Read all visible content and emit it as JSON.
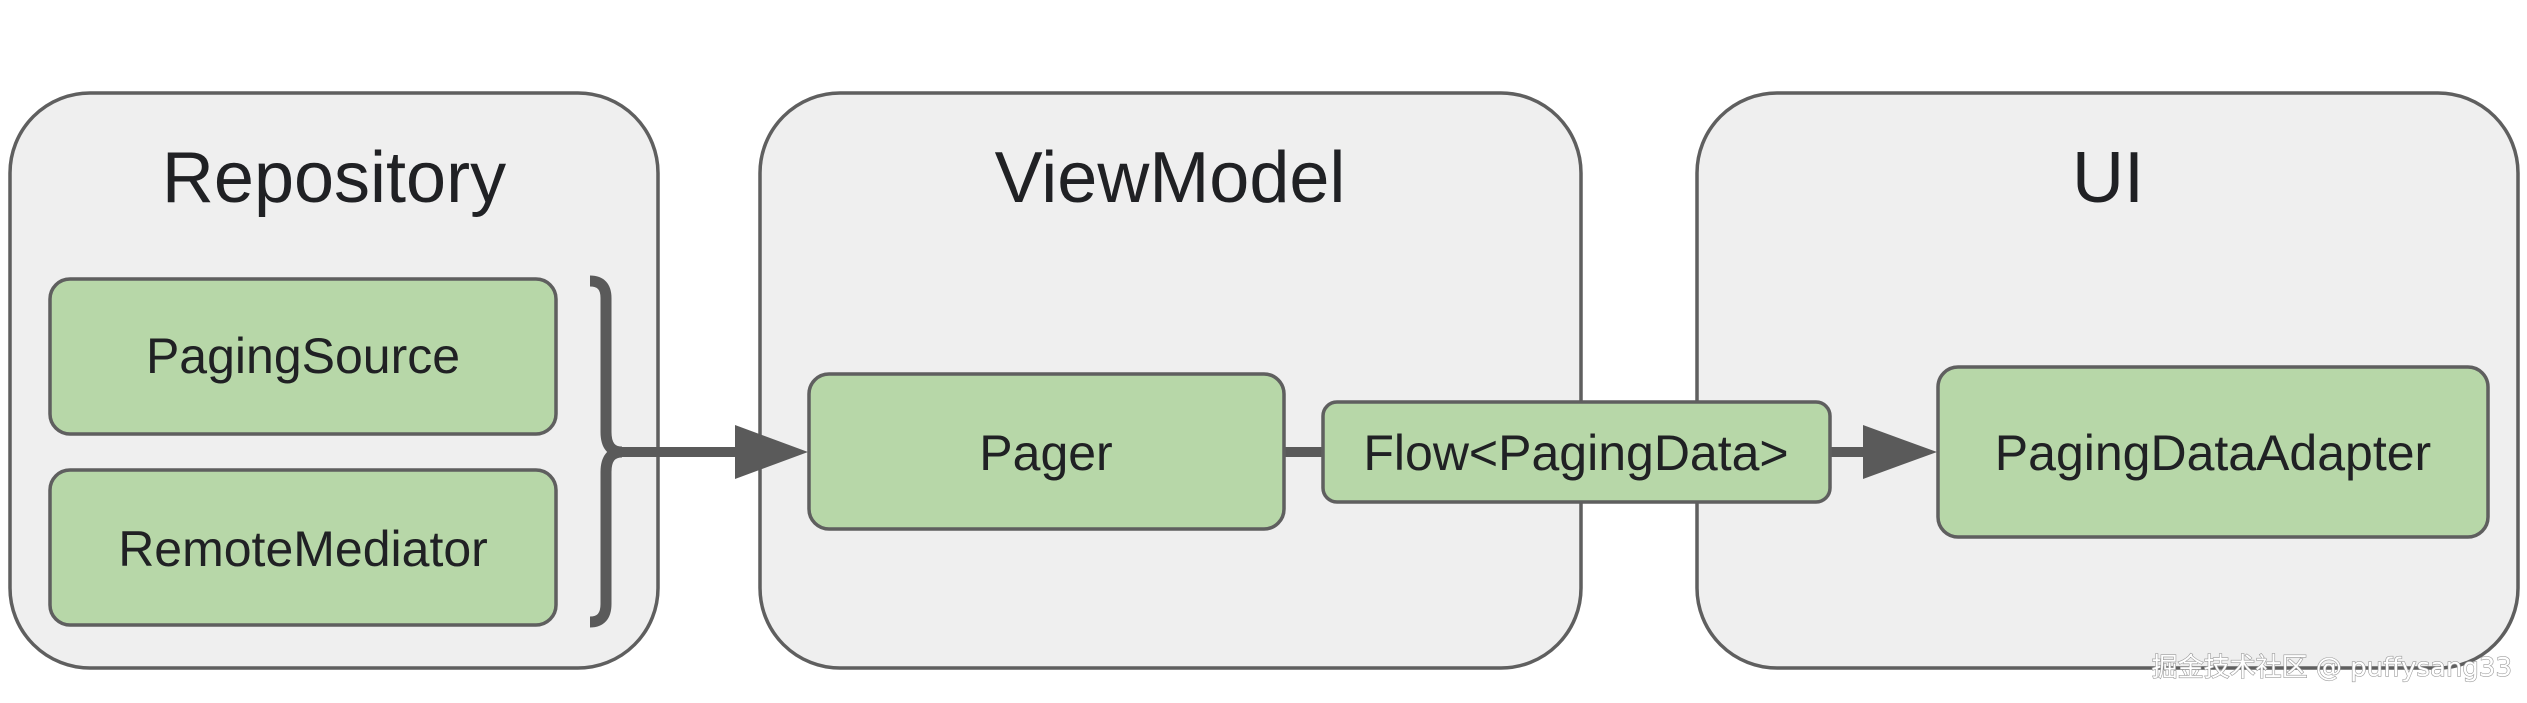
{
  "containers": {
    "repository": {
      "title": "Repository"
    },
    "viewmodel": {
      "title": "ViewModel"
    },
    "ui": {
      "title": "UI"
    }
  },
  "nodes": {
    "paging_source": "PagingSource",
    "remote_mediator": "RemoteMediator",
    "pager": "Pager",
    "flow": "Flow<PagingData>",
    "adapter": "PagingDataAdapter"
  },
  "watermark": "掘金技术社区 @ puffysang33",
  "colors": {
    "container_fill": "#efefef",
    "node_fill": "#b7d7a8",
    "stroke": "#5f5f5f",
    "arrow": "#5a5a5a"
  }
}
